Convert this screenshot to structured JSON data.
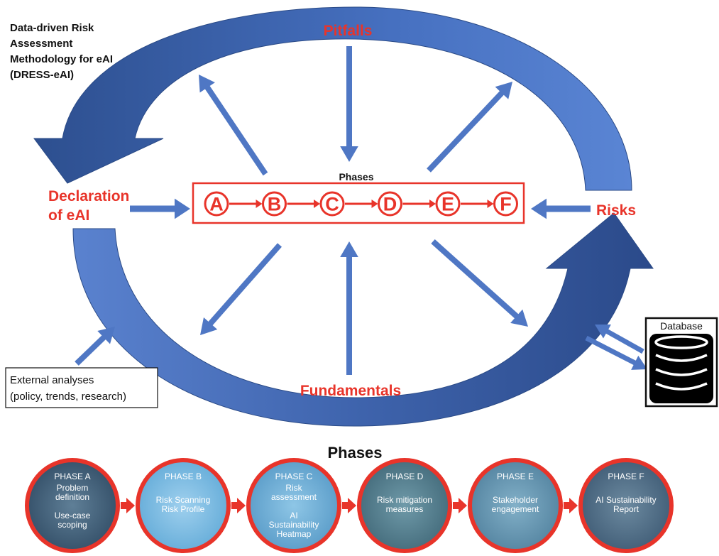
{
  "colors": {
    "accent_red": "#e8342a",
    "arrow_blue": "#4f77c4",
    "arrow_blue_dark": "#2d4f8f"
  },
  "diagram": {
    "title_lines": [
      "Data-driven Risk",
      "Assessment",
      "Methodology for eAI",
      "(DRESS-eAI)"
    ],
    "pitfalls": "Pitfalls",
    "declaration_lines": [
      "Declaration",
      "of eAI"
    ],
    "risks": "Risks",
    "fundamentals": "Fundamentals",
    "phases_caption": "Phases",
    "phase_letters": [
      "A",
      "B",
      "C",
      "D",
      "E",
      "F"
    ],
    "external_lines": [
      "External analyses",
      "(policy, trends, research)"
    ],
    "database_label": "Database"
  },
  "phases_section": {
    "heading": "Phases",
    "phases": [
      {
        "title": "PHASE A",
        "lines": [
          "Problem",
          "definition",
          "",
          "Use-case",
          "scoping"
        ]
      },
      {
        "title": "PHASE B",
        "lines": [
          "Risk Scanning",
          "Risk Profile"
        ]
      },
      {
        "title": "PHASE C",
        "lines": [
          "Risk",
          "assessment",
          "",
          "AI",
          "Sustainability",
          "Heatmap"
        ]
      },
      {
        "title": "PHASE D",
        "lines": [
          "Risk mitigation",
          "measures"
        ]
      },
      {
        "title": "PHASE E",
        "lines": [
          "Stakeholder",
          "engagement"
        ]
      },
      {
        "title": "PHASE F",
        "lines": [
          "AI Sustainability",
          "Report"
        ]
      }
    ]
  }
}
